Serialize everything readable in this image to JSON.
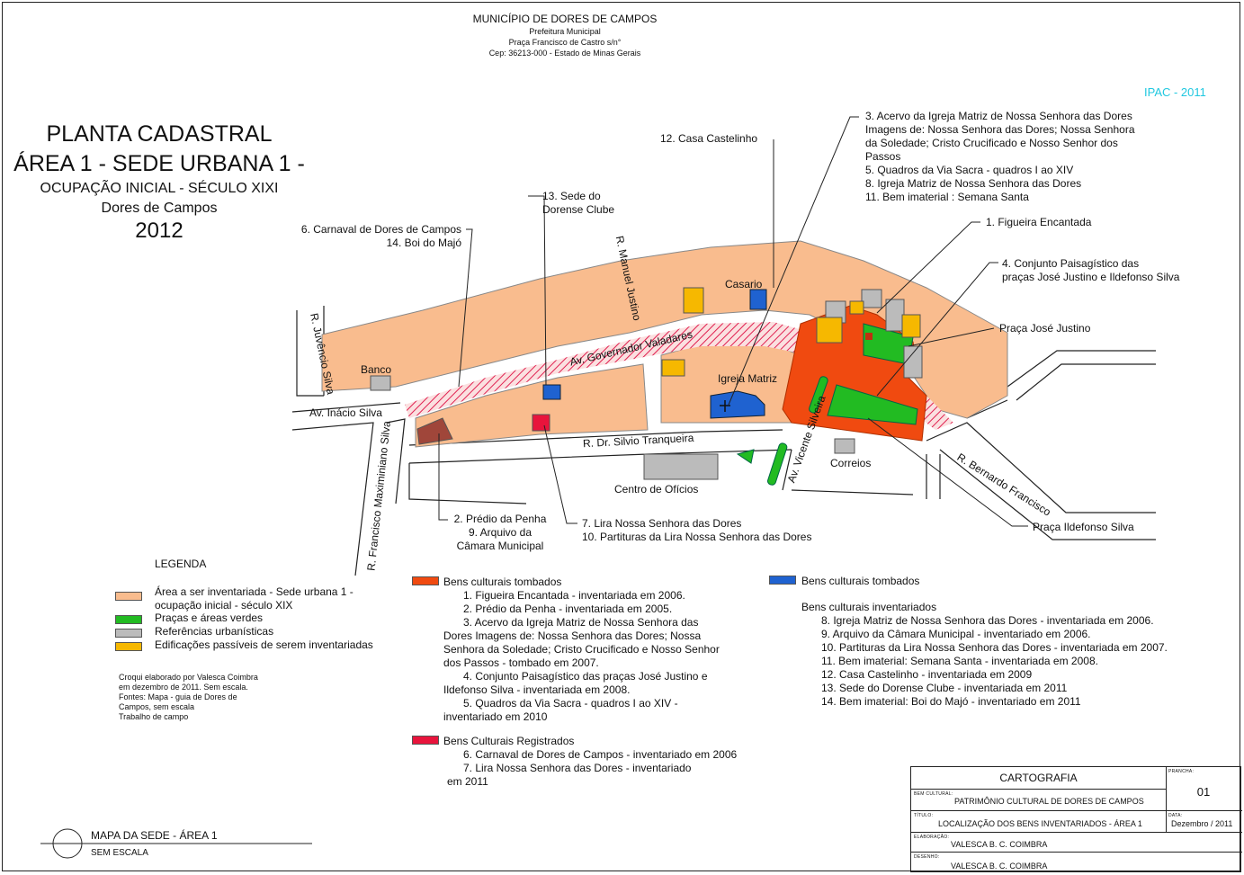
{
  "header": {
    "line1": "MUNICÍPIO DE DORES DE CAMPOS",
    "line2": "Prefeitura Municipal",
    "line3": "Praça Francisco de Castro s/n°",
    "line4": "Cep: 36213-000 - Estado de Minas Gerais"
  },
  "title": {
    "line1": "PLANTA CADASTRAL",
    "line2": "ÁREA 1 - SEDE URBANA 1 -",
    "line3": "OCUPAÇÃO INICIAL - SÉCULO XIXI",
    "line4": "Dores de Campos",
    "line5": "2012"
  },
  "ipac": "IPAC - 2011",
  "streets": {
    "juvencio": "R. Juvêncio Silva",
    "manuel": "R. Manuel Justino",
    "governador": "Av. Governador Valadares",
    "inacio": "Av. Inácio Silva",
    "maximiniano": "R. Francisco Maximiniano Silva",
    "tranqueira": "R. Dr. Silvio Tranqueira",
    "vicente": "Av. Vicente Silveira",
    "bernardo": "R. Bernardo Francisco"
  },
  "places": {
    "banco": "Banco",
    "casario": "Casario",
    "igreja": "Igreja Matriz",
    "correios": "Correios",
    "centro": "Centro de Ofícios"
  },
  "annotations": {
    "a3": [
      "3. Acervo da Igreja Matriz de Nossa Senhora das Dores",
      "Imagens de: Nossa Senhora das Dores; Nossa Senhora",
      "da Soledade; Cristo Crucificado e Nosso Senhor dos",
      "Passos",
      "5. Quadros da Via Sacra - quadros I ao XIV",
      "8. Igreja Matriz de Nossa Senhora das Dores",
      "11. Bem imaterial : Semana Santa"
    ],
    "a12": "12. Casa Castelinho",
    "a13": [
      "13. Sede do",
      "Dorense Clube"
    ],
    "a6": [
      "6. Carnaval de Dores de Campos",
      "14. Boi do Majó"
    ],
    "a1": "1. Figueira Encantada",
    "a4": [
      "4. Conjunto Paisagístico das",
      "praças José Justino e Ildefonso Silva"
    ],
    "jose": "Praça José Justino",
    "ildefonso": "Praça Ildefonso Silva",
    "a2": [
      "2. Prédio da Penha",
      "9. Arquivo da",
      "Câmara Municipal"
    ],
    "a7": [
      "7. Lira Nossa Senhora das Dores",
      "10. Partituras da Lira Nossa Senhora das Dores"
    ]
  },
  "legend": {
    "title": "LEGENDA",
    "items": [
      {
        "color": "#f9bc8e",
        "label": [
          "Área a ser inventariada - Sede urbana 1 -",
          "ocupação inicial - século XIX"
        ]
      },
      {
        "color": "#22bb22",
        "label": [
          "Praças e áreas verdes"
        ]
      },
      {
        "color": "#bbbbbb",
        "label": [
          "Referências urbanísticas"
        ]
      },
      {
        "color": "#f6b800",
        "label": [
          "Edificações passíveis de serem inventariadas"
        ]
      }
    ],
    "notes": [
      "Croqui elaborado por Valesca Coimbra",
      "em dezembro de 2011. Sem escala.",
      "Fontes: Mapa - guia de Dores de",
      "Campos, sem escala",
      "Trabalho de campo"
    ]
  },
  "tombados_red": {
    "color": "#f04a10",
    "title": "Bens culturais tombados",
    "lines": [
      "1. Figueira Encantada - inventariada em 2006.",
      "2. Prédio da Penha - inventariada em 2005.",
      "3.  Acervo da Igreja Matriz de Nossa Senhora das",
      "Dores Imagens de: Nossa Senhora das Dores; Nossa",
      "Senhora da Soledade; Cristo Crucificado e Nosso Senhor",
      "dos Passos - tombado em 2007.",
      "4. Conjunto Paisagístico das praças José Justino e",
      "Ildefonso Silva - inventariada em 2008.",
      "5. Quadros da Via Sacra - quadros I ao XIV -",
      "inventariado em 2010"
    ]
  },
  "registrados": {
    "color": "#e8143c",
    "title": "Bens Culturais Registrados",
    "lines": [
      "6. Carnaval de Dores de Campos - inventariado em 2006",
      "7. Lira Nossa Senhora das Dores - inventariado",
      "em 2011"
    ]
  },
  "tombados_blue": {
    "color": "#1f62d0",
    "title": "Bens culturais tombados",
    "subtitle": "Bens culturais inventariados",
    "lines": [
      "8. Igreja Matriz de Nossa Senhora das Dores - inventariada em 2006.",
      "9. Arquivo da Câmara Municipal - inventariado em  2006.",
      "10. Partituras da Lira Nossa Senhora das Dores - inventariada em 2007.",
      "11. Bem imaterial: Semana Santa - inventariada em 2008.",
      "12. Casa Castelinho - inventariada em 2009",
      "13. Sede do Dorense Clube - inventariada em 2011",
      "14. Bem imaterial: Boi do Majó - inventariado em 2011"
    ]
  },
  "mapa": {
    "title": "MAPA DA SEDE - ÁREA 1",
    "scale": "SEM ESCALA"
  },
  "cartografia": {
    "header": "CARTOGRAFIA",
    "prancha_label": "PRANCHA:",
    "prancha": "01",
    "bem_label": "BEM CULTURAL:",
    "bem": "PATRIMÔNIO CULTURAL DE DORES DE CAMPOS",
    "titulo_label": "TÍTULO:",
    "titulo": "LOCALIZAÇÃO DOS BENS INVENTARIADOS - ÁREA 1",
    "data_label": "DATA:",
    "data": "Dezembro / 2011",
    "elab_label": "ELABORAÇÃO:",
    "elab": "VALESCA B. C. COIMBRA",
    "des_label": "DESENHO:",
    "des": "VALESCA B. C. COIMBRA"
  }
}
